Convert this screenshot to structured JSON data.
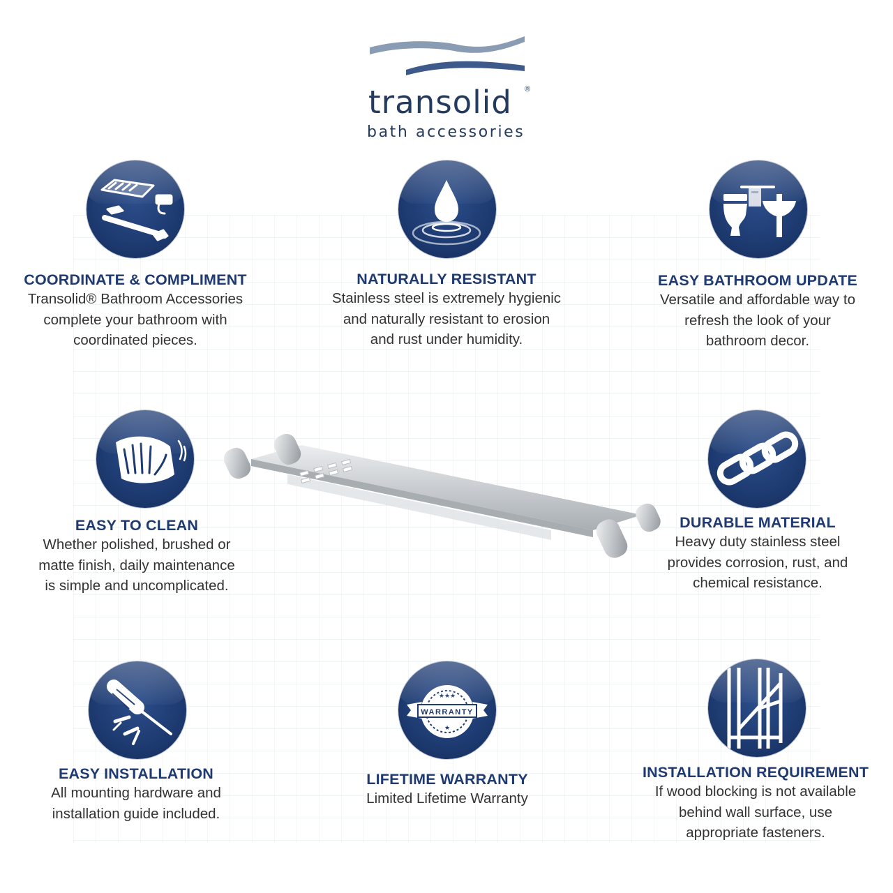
{
  "brand": {
    "name": "transolid",
    "reg_mark": "®",
    "tagline": "bath accessories",
    "wave_colors": [
      "#8a9bb4",
      "#3d5a8a"
    ],
    "text_color": "#243a5e"
  },
  "colors": {
    "icon_navy": "#1d3a70",
    "title_navy": "#1f3a70",
    "body_text": "#333333"
  },
  "features": [
    {
      "icon": "accessories-set-icon",
      "title": "COORDINATE & COMPLIMENT",
      "description": "Transolid® Bathroom Accessories\ncomplete your bathroom with\ncoordinated pieces."
    },
    {
      "icon": "water-drop-icon",
      "title": "NATURALLY RESISTANT",
      "description": "Stainless steel is extremely hygienic\nand naturally resistant to erosion\nand rust under humidity."
    },
    {
      "icon": "bathroom-fixtures-icon",
      "title": "EASY BATHROOM UPDATE",
      "description": "Versatile and affordable way to\nrefresh the look of your\nbathroom decor."
    },
    {
      "icon": "wiping-hand-icon",
      "title": "EASY TO CLEAN",
      "description": "Whether polished, brushed or\nmatte finish, daily maintenance\nis simple and uncomplicated."
    },
    {
      "icon": "chain-link-icon",
      "title": "DURABLE MATERIAL",
      "description": "Heavy duty stainless steel\nprovides corrosion, rust, and\nchemical resistance."
    },
    {
      "icon": "screwdriver-screws-icon",
      "title": "EASY INSTALLATION",
      "description": "All mounting hardware and\ninstallation guide included."
    },
    {
      "icon": "warranty-seal-icon",
      "title": "LIFETIME WARRANTY",
      "description": "Limited Lifetime Warranty",
      "badge_text": "WARRANTY"
    },
    {
      "icon": "wall-framing-icon",
      "title": "INSTALLATION REQUIREMENT",
      "description": "If wood blocking is not available\nbehind wall surface, use\nappropriate fasteners."
    }
  ],
  "product": {
    "icon": "stainless-shelf-image"
  }
}
